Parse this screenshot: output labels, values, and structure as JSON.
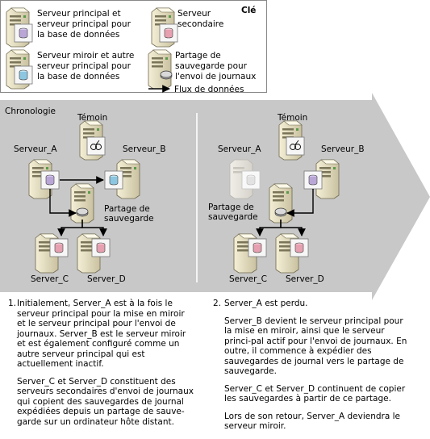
{
  "key": {
    "title": "Clé",
    "principal_label": [
      "Serveur principal et",
      "serveur principal pour",
      "la base de données"
    ],
    "secondary_label": [
      "Serveur",
      "secondaire"
    ],
    "mirror_label": [
      "Serveur miroir et autre",
      "serveur principal pour",
      "la base de données"
    ],
    "share_label": [
      "Partage de",
      "sauvegarde pour",
      "l'envoi de journaux"
    ],
    "flow_label": "Flux de données"
  },
  "timeline": {
    "label": "Chronologie",
    "left": {
      "witness": "Témoin",
      "server_a": "Serveur_A",
      "server_b": "Serveur_B",
      "share": [
        "Partage de",
        "sauvegarde"
      ],
      "server_c": "Server_C",
      "server_d": "Server_D"
    },
    "right": {
      "witness": "Témoin",
      "server_a": "Serveur_A",
      "server_b": "Serveur_B",
      "share": [
        "Partage de",
        "sauvegarde"
      ],
      "server_c": "Server_C",
      "server_d": "Server_D"
    }
  },
  "notes": {
    "left": {
      "number": "1.",
      "p1": "Initialement, Server_A est à la fois le serveur principal pour la mise en miroir et le serveur principal pour l'envoi de journaux. Server_B est le serveur miroir et est également configuré comme un autre serveur principal qui est actuellement inactif.",
      "p2": "Server_C et Server_D constituent des serveurs secondaires d'envoi de journaux qui copient des sauvegardes de journal expédiées depuis un partage de sauve-garde sur un ordinateur hôte distant."
    },
    "right": {
      "number": "2.",
      "p1": "Server_A est perdu.",
      "p2": "Server_B devient le serveur principal pour la mise en miroir, ainsi que le serveur princi-pal actif pour l'envoi de journaux. En outre, il commence à expédier des sauvegardes de journal vers le partage de sauvegarde.",
      "p3": "Server_C et Server_D continuent de copier les sauvegardes à partir de ce partage.",
      "p4": "Lors de son retour, Server_A deviendra le serveur miroir."
    }
  },
  "colors": {
    "arrow_band": "#c8c8c8",
    "principal_db": "#b9a6d6",
    "mirror_db": "#8cc6e0",
    "secondary_db": "#e6a0b0",
    "server_body": "#ece6c8",
    "line": "#000000"
  }
}
